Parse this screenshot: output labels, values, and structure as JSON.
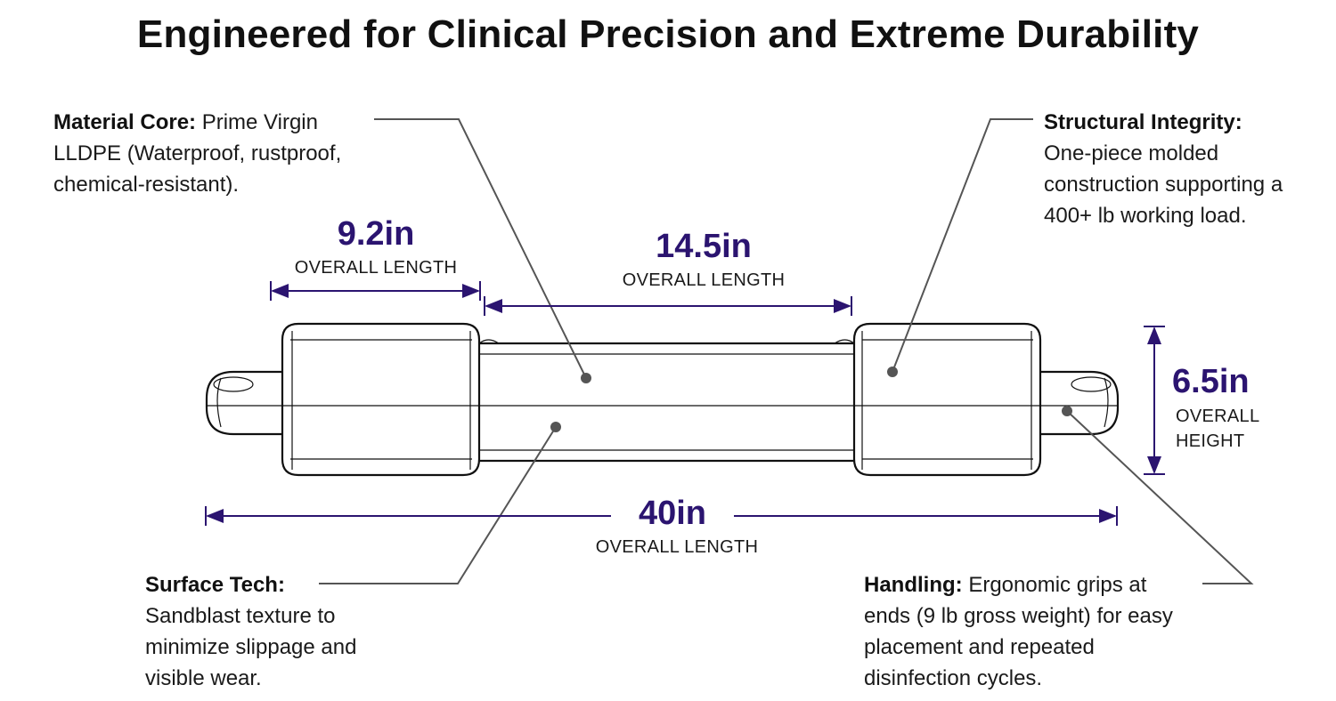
{
  "title": "Engineered for Clinical Precision and Extreme Durability",
  "callouts": {
    "material_core": {
      "label": "Material Core:",
      "text": "Prime Virgin LLDPE (Waterproof, rustproof, chemical-resistant)."
    },
    "structural_integrity": {
      "label": "Structural Integrity:",
      "text": "One-piece molded construction supporting a 400+ lb working load."
    },
    "surface_tech": {
      "label": "Surface Tech:",
      "text": "Sandblast texture to minimize slippage and visible wear."
    },
    "handling": {
      "label": "Handling:",
      "text": "Ergonomic grips at ends (9 lb gross weight) for easy placement and repeated disinfection cycles."
    }
  },
  "dimensions": {
    "end_length": {
      "value": "9.2in",
      "label": "OVERALL LENGTH"
    },
    "center_length": {
      "value": "14.5in",
      "label": "OVERALL LENGTH"
    },
    "overall_length": {
      "value": "40in",
      "label": "OVERALL LENGTH"
    },
    "overall_height": {
      "value": "6.5in",
      "label_line1": "OVERALL",
      "label_line2": "HEIGHT"
    }
  },
  "colors": {
    "dimension": "#2b1470",
    "outline": "#111111",
    "leader": "#555555"
  }
}
